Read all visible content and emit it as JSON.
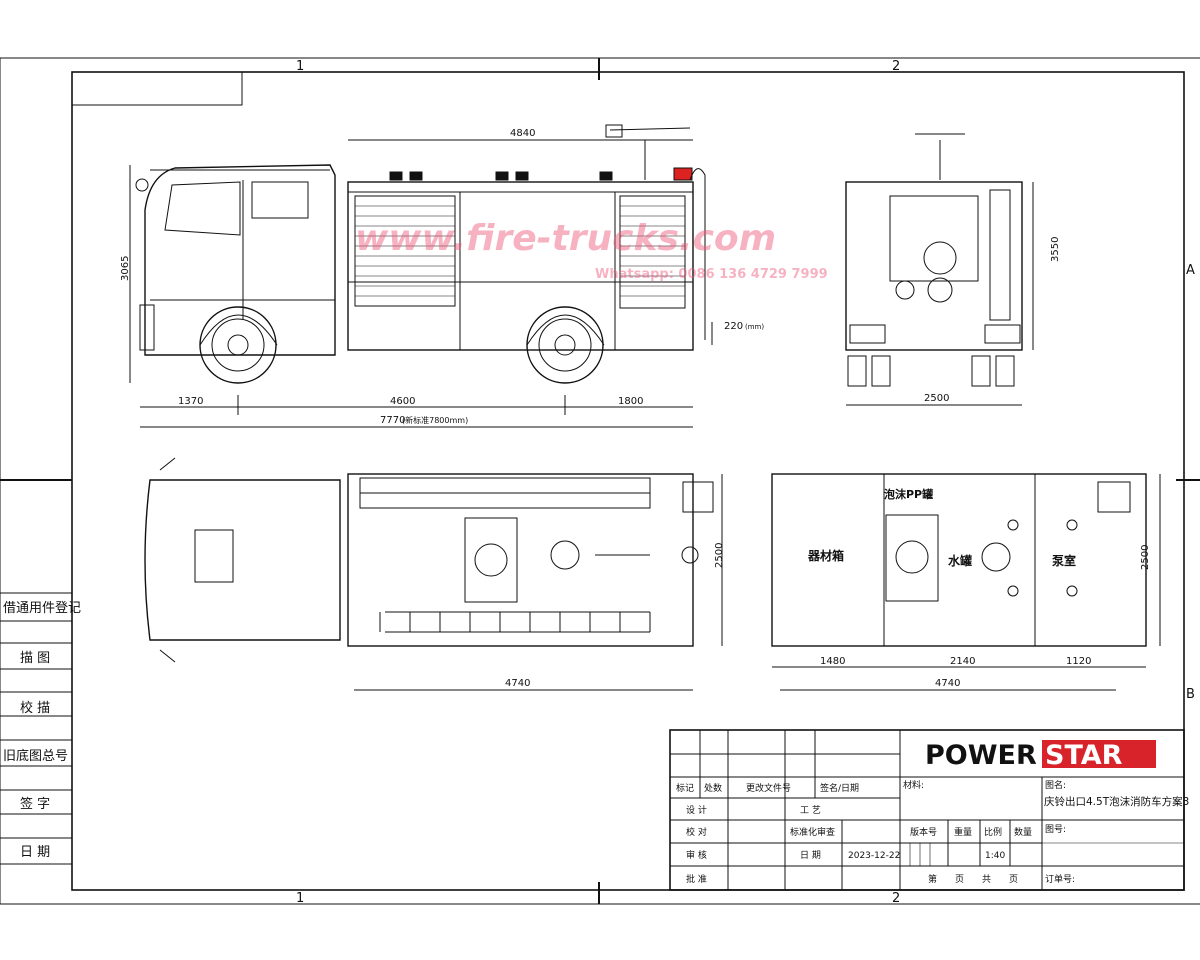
{
  "grid": {
    "top_1": "1",
    "top_2": "2",
    "bottom_1": "1",
    "bottom_2": "2",
    "row_a": "A",
    "row_b": "B"
  },
  "side_labels": [
    "借通用件登记",
    "描 图",
    "校 描",
    "旧底图总号",
    "签 字",
    "日 期"
  ],
  "watermark": {
    "url": "www.fire-trucks.com",
    "phone": "Whatsapp: 0086 136 4729 7999"
  },
  "dims_side_view": {
    "top_length": "4840",
    "height": "3065",
    "ground_clearance": "220",
    "ground_clearance_unit": "(mm)",
    "front_overhang": "1370",
    "wheelbase": "4600",
    "rear_overhang": "1800",
    "overall": "7770",
    "overall_note": "(新标准7800mm)"
  },
  "dims_rear_view": {
    "height": "3550",
    "width": "2500"
  },
  "dims_top_view": {
    "width": "2500",
    "body_length": "4740"
  },
  "dims_layout": {
    "width": "2500",
    "seg1": "1480",
    "seg2": "2140",
    "seg3": "1120",
    "total": "4740",
    "label_equipment": "器材箱",
    "label_foam": "泡沫PP罐",
    "label_water": "水罐",
    "label_pump": "泵室"
  },
  "title_block": {
    "logo_power": "POWER",
    "logo_star": "STAR",
    "row_mark": "标记",
    "row_count": "处数",
    "row_change_doc": "更改文件号",
    "row_sign_date": "签名/日期",
    "material": "材料:",
    "design": "设 计",
    "craft": "工 艺",
    "check": "校 对",
    "std_review": "标准化审查",
    "audit": "审 核",
    "date_label": "日 期",
    "date_value": "2023-12-22",
    "approve": "批 准",
    "version": "版本号",
    "weight": "重量",
    "scale": "比例",
    "quantity": "数量",
    "scale_value": "1:40",
    "sheet": "第　　页　　共　　页",
    "drawing_name_label": "图名:",
    "drawing_name": "庆铃出口4.5T泡沫消防车方案3",
    "drawing_no_label": "图号:",
    "order_no_label": "订单号:"
  }
}
